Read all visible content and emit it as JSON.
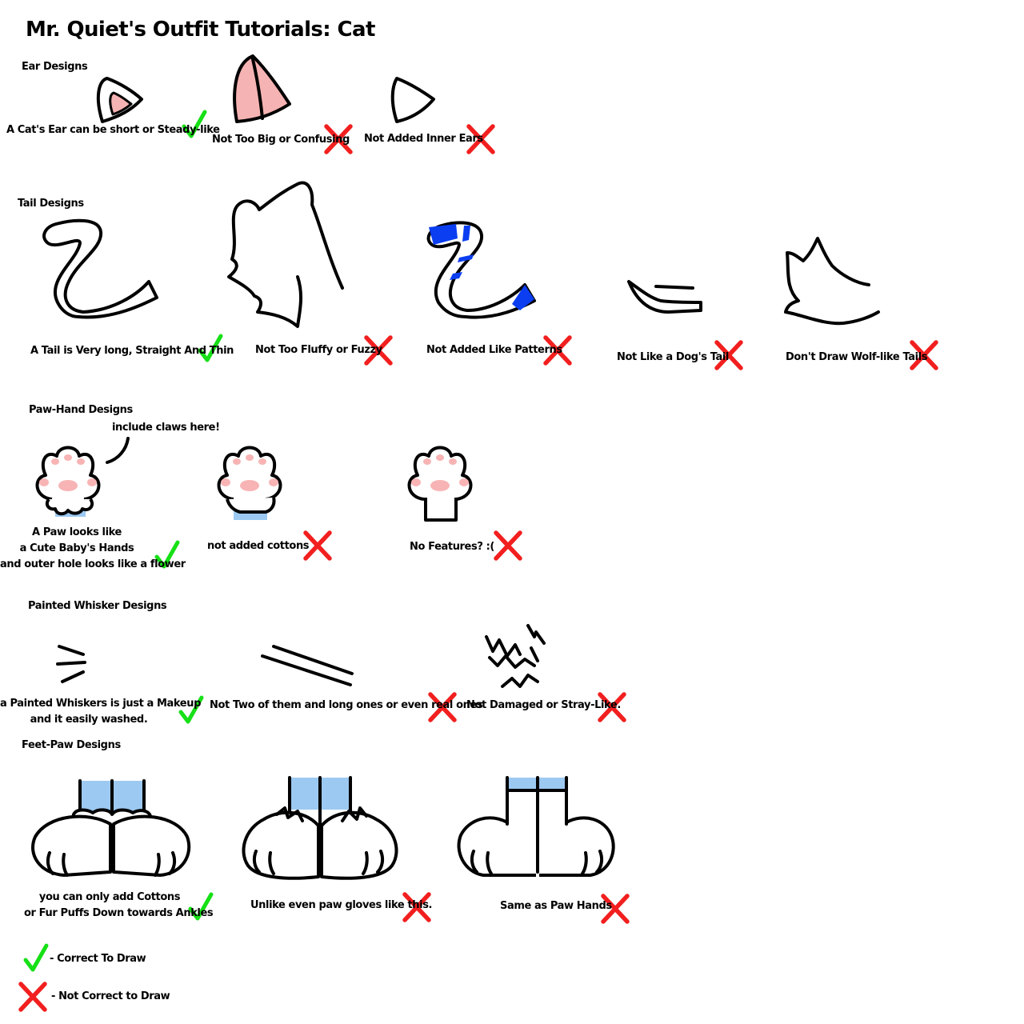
{
  "title": "Mr. Quiet's Outfit Tutorials: Cat",
  "sections": {
    "ears": {
      "heading": "Ear Designs",
      "items": [
        {
          "caption": "A Cat's Ear can be short or Steady-like",
          "verdict": "correct"
        },
        {
          "caption": "Not Too Big or Confusing",
          "verdict": "incorrect"
        },
        {
          "caption": "Not Added Inner Ears",
          "verdict": "incorrect"
        }
      ]
    },
    "tails": {
      "heading": "Tail Designs",
      "items": [
        {
          "caption": "A Tail is Very long, Straight And Thin",
          "verdict": "correct"
        },
        {
          "caption": "Not Too Fluffy or Fuzzy",
          "verdict": "incorrect"
        },
        {
          "caption": "Not Added Like Patterns",
          "verdict": "incorrect"
        },
        {
          "caption": "Not Like a Dog's Tail",
          "verdict": "incorrect"
        },
        {
          "caption": "Don't Draw Wolf-like Tails",
          "verdict": "incorrect"
        }
      ]
    },
    "paw_hands": {
      "heading": "Paw-Hand Designs",
      "callout": "include claws here!",
      "items": [
        {
          "caption_lines": [
            "A Paw looks like",
            "a Cute Baby's Hands",
            "and outer hole looks like a flower"
          ],
          "verdict": "correct"
        },
        {
          "caption": "not added cottons",
          "verdict": "incorrect"
        },
        {
          "caption": "No Features? :(",
          "verdict": "incorrect"
        }
      ]
    },
    "whiskers": {
      "heading": "Painted Whisker Designs",
      "items": [
        {
          "caption_lines": [
            "a Painted Whiskers is just a Makeup",
            "and it easily washed."
          ],
          "verdict": "correct"
        },
        {
          "caption": "Not Two of them and long ones or even real ones",
          "verdict": "incorrect"
        },
        {
          "caption": "Not Damaged or Stray-Like.",
          "verdict": "incorrect"
        }
      ]
    },
    "feet": {
      "heading": "Feet-Paw Designs",
      "items": [
        {
          "caption_lines": [
            "you can only add Cottons",
            "or Fur Puffs Down towards Ankles"
          ],
          "verdict": "correct"
        },
        {
          "caption": "Unlike even paw gloves like this.",
          "verdict": "incorrect"
        },
        {
          "caption": "Same as Paw Hands",
          "verdict": "incorrect"
        }
      ]
    }
  },
  "legend": {
    "correct": "- Correct To Draw",
    "incorrect": "- Not Correct to Draw"
  },
  "colors": {
    "check": "#16e016",
    "cross": "#f21f1f",
    "inner_ear": "#f6b3b3",
    "pad": "#f8b4b4",
    "sleeve": "#9cc9f2",
    "stripe": "#0a3ef0"
  }
}
